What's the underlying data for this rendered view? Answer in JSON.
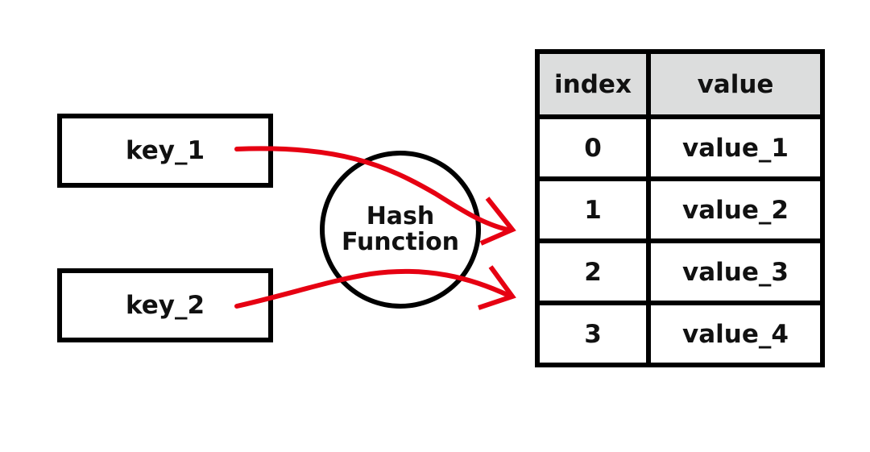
{
  "keys": [
    {
      "label": "key_1"
    },
    {
      "label": "key_2"
    }
  ],
  "hash_function": {
    "line1": "Hash",
    "line2": "Function"
  },
  "table": {
    "headers": {
      "index": "index",
      "value": "value"
    },
    "rows": [
      {
        "index": "0",
        "value": "value_1"
      },
      {
        "index": "1",
        "value": "value_2"
      },
      {
        "index": "2",
        "value": "value_3"
      },
      {
        "index": "3",
        "value": "value_4"
      }
    ]
  },
  "colors": {
    "arrow": "#e60012",
    "header_fill": "#dcdddd",
    "border": "#000000"
  }
}
